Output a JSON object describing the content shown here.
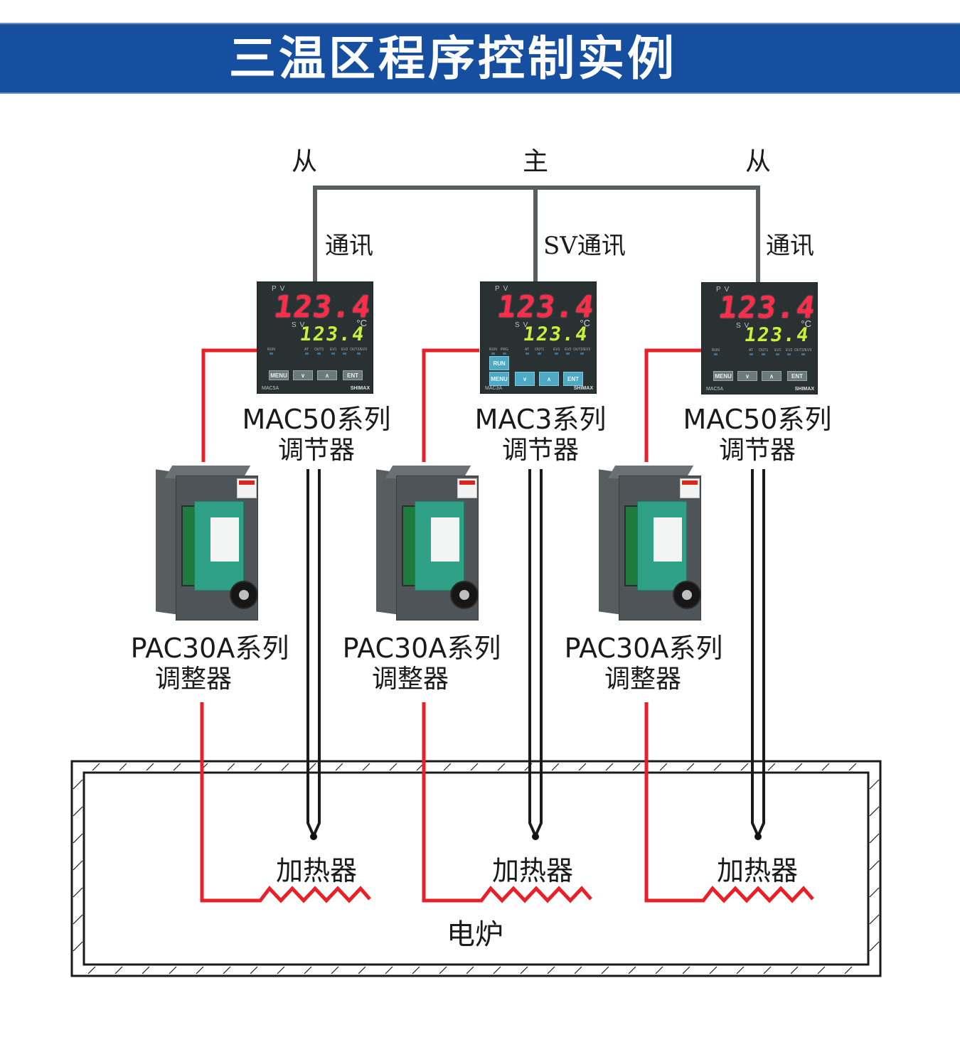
{
  "header": {
    "title": "三温区程序控制实例"
  },
  "colors": {
    "banner": "#174fa0",
    "power_wire": "#e8202a",
    "comm_wire": "#5a5d5f",
    "sensor_wire": "#1a1a1a"
  },
  "roles": {
    "left": "从",
    "center": "主",
    "right": "从"
  },
  "comm_labels": {
    "left": "通讯",
    "center": "SV通讯",
    "right": "通讯"
  },
  "controllers": [
    {
      "role": "slave",
      "series": "MAC50系列",
      "type": "调节器",
      "model_tag": "MAC5A",
      "brand": "SHIMAX",
      "pv_label": "PV",
      "sv_label": "SV",
      "pv_value": "123.4",
      "sv_value": "123.4",
      "unit": "°C",
      "leds": [
        "RUN",
        "AT",
        "OUT1",
        "EV1",
        "EV2",
        "OUT2/EV3"
      ],
      "buttons": [
        "MENU",
        "∨",
        "∧",
        "ENT"
      ]
    },
    {
      "role": "master",
      "series": "MAC3系列",
      "type": "调节器",
      "model_tag": "MAC3A",
      "brand": "SHIMAX",
      "pv_label": "PV",
      "sv_label": "SV",
      "pv_value": "123.4",
      "sv_value": "123.4",
      "unit": "°C",
      "leds": [
        "RUN",
        "PRG",
        "AT",
        "OUT1",
        "EV1",
        "EV2",
        "OUT2/EV3"
      ],
      "buttons": [
        "RUN",
        "MENU",
        "∨",
        "∧",
        "ENT"
      ]
    },
    {
      "role": "slave",
      "series": "MAC50系列",
      "type": "调节器",
      "model_tag": "MAC5A",
      "brand": "SHIMAX",
      "pv_label": "PV",
      "sv_label": "SV",
      "pv_value": "123.4",
      "sv_value": "123.4",
      "unit": "°C",
      "leds": [
        "RUN",
        "AT",
        "OUT1",
        "EV1",
        "EV2",
        "OUT2/EV3"
      ],
      "buttons": [
        "MENU",
        "∨",
        "∧",
        "ENT"
      ]
    }
  ],
  "regulators": [
    {
      "series": "PAC30A系列",
      "type": "调整器"
    },
    {
      "series": "PAC30A系列",
      "type": "调整器"
    },
    {
      "series": "PAC30A系列",
      "type": "调整器"
    }
  ],
  "heaters": [
    {
      "label": "加热器"
    },
    {
      "label": "加热器"
    },
    {
      "label": "加热器"
    }
  ],
  "furnace": {
    "label": "电炉"
  }
}
